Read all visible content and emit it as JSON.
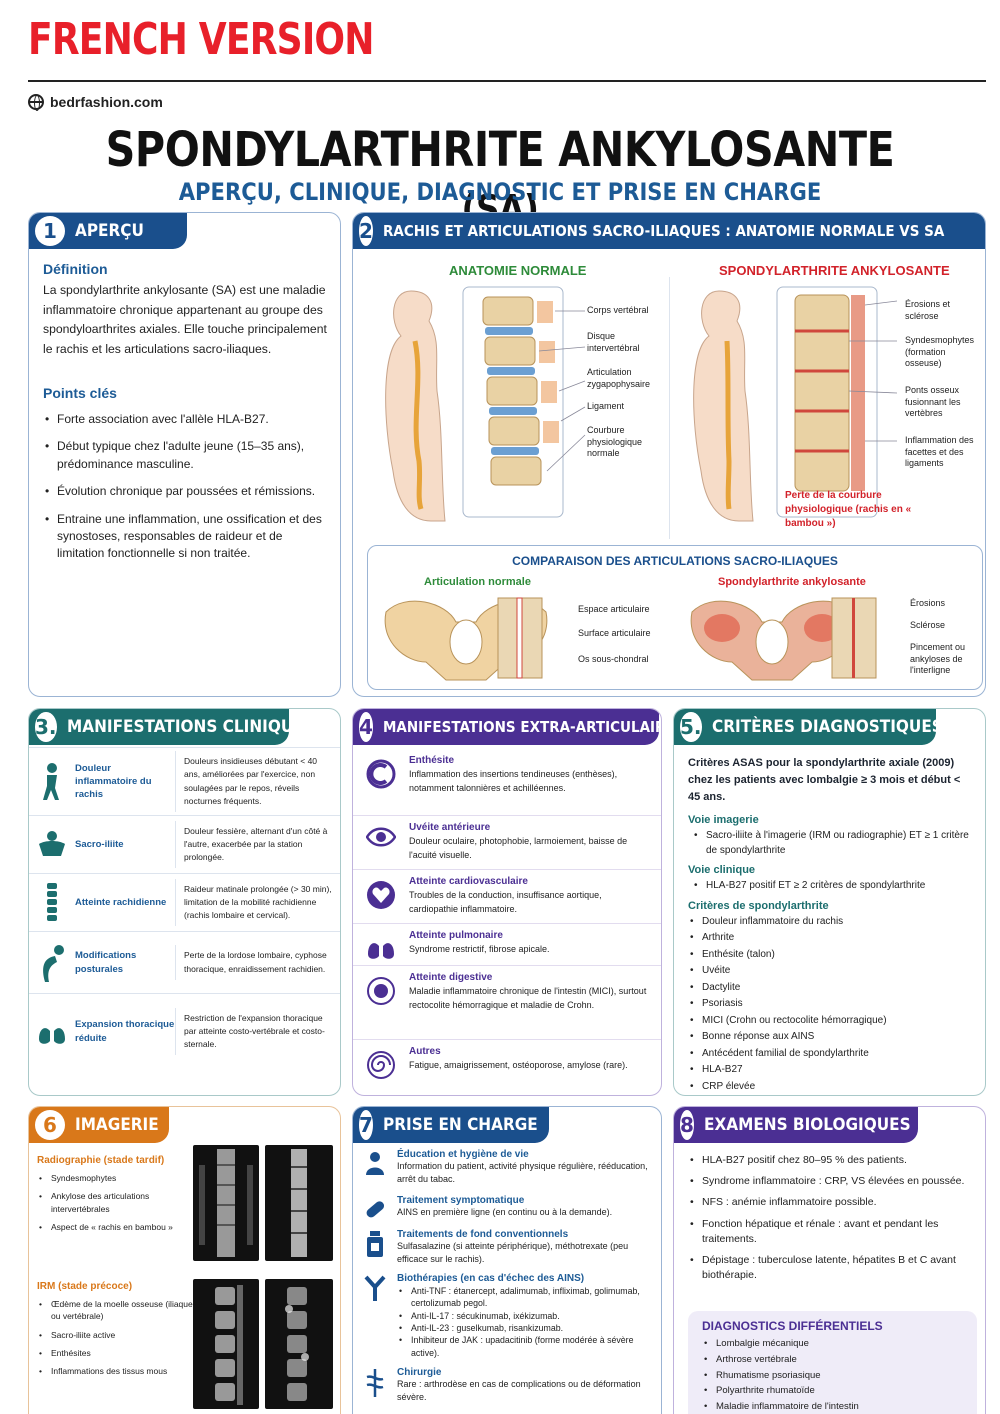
{
  "banner": "FRENCH VERSION",
  "site": "bedrfashion.com",
  "title": {
    "main": "SPONDYLARTHRITE ANKYLOSANTE",
    "abbr": "(SA)",
    "subtitle": "APERÇU, CLINIQUE, DIAGNOSTIC ET PRISE EN CHARGE"
  },
  "colors": {
    "blue": "#1a4f8c",
    "teal": "#1c6e6e",
    "purple": "#4b2f93",
    "orange": "#d9781a",
    "red": "#e8202a"
  },
  "s1": {
    "num": "1",
    "title": "APERÇU",
    "def_title": "Définition",
    "def_text": "La spondylarthrite ankylosante (SA) est une maladie inflammatoire chronique appartenant au groupe des spondyloarthrites axiales. Elle touche principalement le rachis et les articulations sacro-iliaques.",
    "points_title": "Points clés",
    "points": [
      "Forte association avec l'allèle HLA-B27.",
      "Début typique chez l'adulte jeune (15–35 ans), prédominance masculine.",
      "Évolution chronique par poussées et rémissions.",
      "Entraine une inflammation, une ossification et des synostoses, responsables de raideur et de limitation fonctionnelle si non traitée."
    ]
  },
  "s2": {
    "num": "2",
    "title": "RACHIS ET ARTICULATIONS SACRO-ILIAQUES : ANATOMIE NORMALE VS SA",
    "normal_title": "ANATOMIE NORMALE",
    "as_title": "SPONDYLARTHRITE ANKYLOSANTE",
    "normal_labels": [
      "Corps vertébral",
      "Disque intervertébral",
      "Articulation zygapophysaire",
      "Ligament",
      "Courbure physiologique normale"
    ],
    "as_labels": [
      "Érosions et sclérose",
      "Syndesmophytes (formation osseuse)",
      "Ponts osseux fusionnant les vertèbres",
      "Inflammation des facettes et des ligaments"
    ],
    "as_note": "Perte de la courbure physiologique (rachis en « bambou »)",
    "si_title": "COMPARAISON DES ARTICULATIONS SACRO-ILIAQUES",
    "si_normal_title": "Articulation normale",
    "si_as_title": "Spondylarthrite ankylosante",
    "si_normal_labels": [
      "Espace articulaire",
      "Surface articulaire",
      "Os sous-chondral"
    ],
    "si_as_labels": [
      "Érosions",
      "Sclérose",
      "Pincement ou ankyloses de l'interligne"
    ]
  },
  "s3": {
    "num": "3.",
    "title": "MANIFESTATIONS CLINIQUES",
    "rows": [
      {
        "icon": "person-back-pain-icon",
        "name": "Douleur inflammatoire du rachis",
        "desc": "Douleurs insidieuses débutant < 40 ans, améliorées par l'exercice, non soulagées par le repos, réveils nocturnes fréquents."
      },
      {
        "icon": "pelvis-icon",
        "name": "Sacro-iliite",
        "desc": "Douleur fessière, alternant d'un côté à l'autre, exacerbée par la station prolongée."
      },
      {
        "icon": "spine-icon",
        "name": "Atteinte rachidienne",
        "desc": "Raideur matinale prolongée (> 30 min), limitation de la mobilité rachidienne (rachis lombaire et cervical)."
      },
      {
        "icon": "stooped-posture-icon",
        "name": "Modifications posturales",
        "desc": "Perte de la lordose lombaire, cyphose thoracique, enraidissement rachidien."
      },
      {
        "icon": "lungs-icon",
        "name": "Expansion thoracique réduite",
        "desc": "Restriction de l'expansion thoracique par atteinte costo-vertébrale et costo-sternale."
      }
    ]
  },
  "s4": {
    "num": "4",
    "title": "MANIFESTATIONS EXTRA-ARTICULAIRES",
    "rows": [
      {
        "icon": "enthesis-icon",
        "title": "Enthésite",
        "desc": "Inflammation des insertions tendineuses (enthèses), notamment talonnières et achilléennes."
      },
      {
        "icon": "eye-icon",
        "title": "Uvéite antérieure",
        "desc": "Douleur oculaire, photophobie, larmoiement, baisse de l'acuité visuelle."
      },
      {
        "icon": "heart-icon",
        "title": "Atteinte cardiovasculaire",
        "desc": "Troubles de la conduction, insuffisance aortique, cardiopathie inflammatoire."
      },
      {
        "icon": "lungs-icon",
        "title": "Atteinte pulmonaire",
        "desc": "Syndrome restrictif, fibrose apicale."
      },
      {
        "icon": "intestine-icon",
        "title": "Atteinte digestive",
        "desc": "Maladie inflammatoire chronique de l'intestin (MICI), surtout rectocolite hémorragique et maladie de Crohn."
      },
      {
        "icon": "spiral-icon",
        "title": "Autres",
        "desc": "Fatigue, amaigrissement, ostéoporose, amylose (rare)."
      }
    ]
  },
  "s5": {
    "num": "5.",
    "title": "CRITÈRES DIAGNOSTIQUES",
    "intro": "Critères ASAS pour la spondylarthrite axiale (2009) chez les patients avec lombalgie ≥ 3 mois et début < 45 ans.",
    "imaging_title": "Voie imagerie",
    "imaging": [
      "Sacro-iliite à l'imagerie (IRM ou radiographie) ET ≥ 1 critère de spondylarthrite"
    ],
    "clinical_title": "Voie clinique",
    "clinical": [
      "HLA-B27 positif ET ≥ 2 critères de spondylarthrite"
    ],
    "criteria_title": "Critères de spondylarthrite",
    "criteria": [
      "Douleur inflammatoire du rachis",
      "Arthrite",
      "Enthésite (talon)",
      "Uvéite",
      "Dactylite",
      "Psoriasis",
      "MICI (Crohn ou rectocolite hémorragique)",
      "Bonne réponse aux AINS",
      "Antécédent familial de spondylarthrite",
      "HLA-B27",
      "CRP élevée"
    ]
  },
  "s6": {
    "num": "6",
    "title": "IMAGERIE",
    "xray_title": "Radiographie (stade tardif)",
    "xray_items": [
      "Syndesmophytes",
      "Ankylose des articulations intervertébrales",
      "Aspect de « rachis en bambou »"
    ],
    "mri_title": "IRM (stade précoce)",
    "mri_items": [
      "Œdème de la moelle osseuse (iliaque ou vertébrale)",
      "Sacro-iliite active",
      "Enthésites",
      "Inflammations des tissus mous"
    ]
  },
  "s7": {
    "num": "7",
    "title": "PRISE EN CHARGE",
    "rows": [
      {
        "icon": "person-icon",
        "title": "Éducation et hygiène de vie",
        "desc": "Information du patient, activité physique régulière, rééducation, arrêt du tabac."
      },
      {
        "icon": "pill-icon",
        "title": "Traitement symptomatique",
        "desc": "AINS en première ligne (en continu ou à la demande)."
      },
      {
        "icon": "medicine-bottle-icon",
        "title": "Traitements de fond conventionnels",
        "desc": "Sulfasalazine (si atteinte périphérique), méthotrexate (peu efficace sur le rachis)."
      },
      {
        "icon": "antibody-icon",
        "title": "Biothérapies (en cas d'échec des AINS)",
        "items": [
          "Anti-TNF : étanercept, adalimumab, infliximab, golimumab, certolizumab pegol.",
          "Anti-IL-17 : sécukinumab, ixékizumab.",
          "Anti-IL-23 : guselkumab, risankizumab.",
          "Inhibiteur de JAK : upadacitinib (forme modérée à sévère active)."
        ]
      },
      {
        "icon": "caduceus-icon",
        "title": "Chirurgie",
        "desc": "Rare : arthrodèse en cas de complications ou de déformation sévère."
      }
    ]
  },
  "s8": {
    "num": "8",
    "title": "EXAMENS BIOLOGIQUES",
    "items": [
      "HLA-B27 positif chez 80–95 % des patients.",
      "Syndrome inflammatoire : CRP, VS élevées en poussée.",
      "NFS : anémie inflammatoire possible.",
      "Fonction hépatique et rénale : avant et pendant les traitements.",
      "Dépistage : tuberculose latente, hépatites B et C avant biothérapie."
    ],
    "dd_title": "DIAGNOSTICS DIFFÉRENTIELS",
    "dd_items": [
      "Lombalgie mécanique",
      "Arthrose vertébrale",
      "Rhumatisme psoriasique",
      "Polyarthrite rhumatoïde",
      "Maladie inflammatoire de l'intestin"
    ]
  }
}
